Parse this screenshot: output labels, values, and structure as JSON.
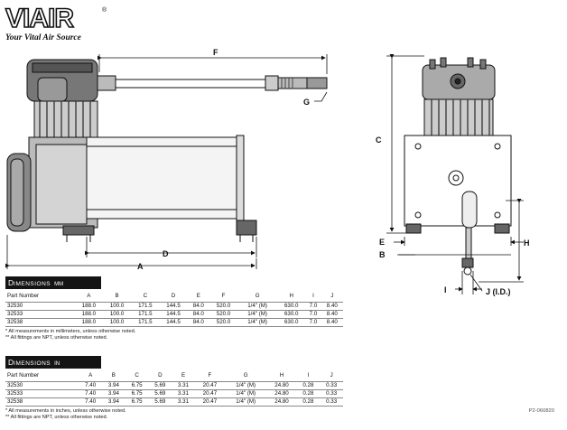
{
  "brand": {
    "name": "VIAIR",
    "reg_mark": "®",
    "tagline": "Your Vital Air Source"
  },
  "dimension_labels": [
    "A",
    "B",
    "C",
    "D",
    "E",
    "F",
    "G",
    "H",
    "I",
    "J (I.D.)"
  ],
  "tables": [
    {
      "title_first": "D",
      "title_rest": "IMENSIONS",
      "unit": "MM",
      "columns": [
        "Part Number",
        "A",
        "B",
        "C",
        "D",
        "E",
        "F",
        "G",
        "H",
        "I",
        "J"
      ],
      "rows": [
        [
          "32530",
          "188.0",
          "100.0",
          "171.5",
          "144.5",
          "84.0",
          "520.0",
          "1/4\" (M)",
          "630.0",
          "7.0",
          "8.40"
        ],
        [
          "32533",
          "188.0",
          "100.0",
          "171.5",
          "144.5",
          "84.0",
          "520.0",
          "1/4\" (M)",
          "630.0",
          "7.0",
          "8.40"
        ],
        [
          "32538",
          "188.0",
          "100.0",
          "171.5",
          "144.5",
          "84.0",
          "520.0",
          "1/4\" (M)",
          "630.0",
          "7.0",
          "8.40"
        ]
      ],
      "notes": [
        "* All measurements in millimeters, unless otherwise noted.",
        "** All fittings are NPT, unless otherwise noted."
      ]
    },
    {
      "title_first": "D",
      "title_rest": "IMENSIONS",
      "unit": "IN",
      "columns": [
        "Part Number",
        "A",
        "B",
        "C",
        "D",
        "E",
        "F",
        "G",
        "H",
        "I",
        "J"
      ],
      "rows": [
        [
          "32530",
          "7.40",
          "3.94",
          "6.75",
          "5.69",
          "3.31",
          "20.47",
          "1/4\" (M)",
          "24.80",
          "0.28",
          "0.33"
        ],
        [
          "32533",
          "7.40",
          "3.94",
          "6.75",
          "5.69",
          "3.31",
          "20.47",
          "1/4\" (M)",
          "24.80",
          "0.28",
          "0.33"
        ],
        [
          "32538",
          "7.40",
          "3.94",
          "6.75",
          "5.69",
          "3.31",
          "20.47",
          "1/4\" (M)",
          "24.80",
          "0.28",
          "0.33"
        ]
      ],
      "notes": [
        "* All measurements in inches, unless otherwise noted.",
        "** All fittings are NPT, unless otherwise noted."
      ]
    }
  ],
  "drawing_ref": "P2-060820"
}
